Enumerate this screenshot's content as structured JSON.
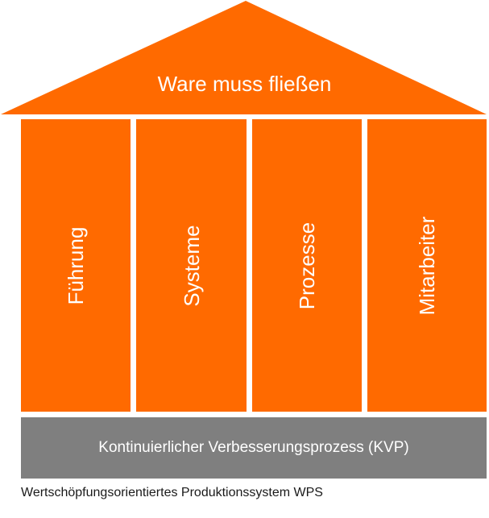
{
  "roof": {
    "label": "Ware muss fließen"
  },
  "pillars": [
    {
      "label": "Führung"
    },
    {
      "label": "Systeme"
    },
    {
      "label": "Prozesse"
    },
    {
      "label": "Mitarbeiter"
    }
  ],
  "base": {
    "label": "Kontinuierlicher Verbesserungsprozess (KVP)"
  },
  "caption": "Wertschöpfungsorientiertes Produktionssystem WPS",
  "colors": {
    "orange": "#ff6a00",
    "gray": "#7f7f7f",
    "text_light": "#ffffff",
    "text_dark": "#1a1a1a"
  }
}
